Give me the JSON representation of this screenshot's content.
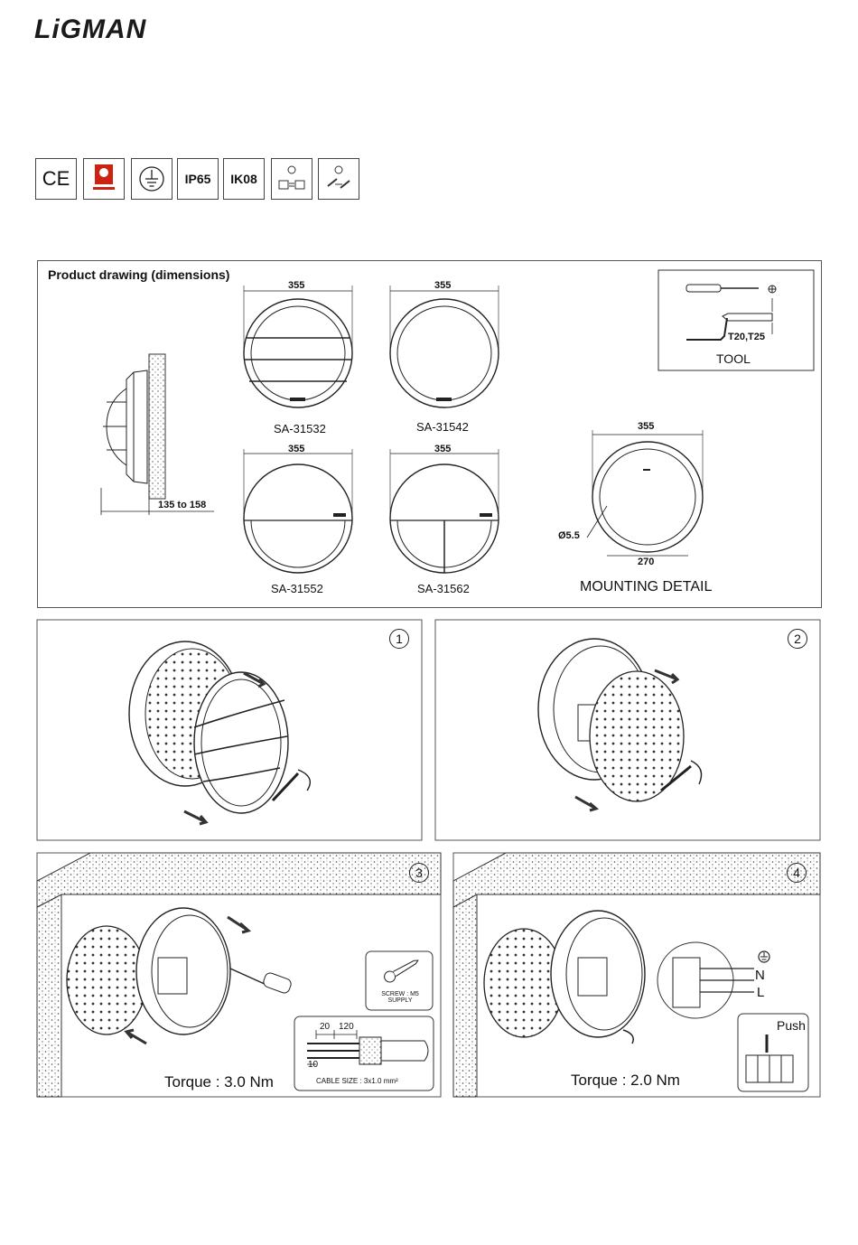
{
  "header": {
    "brand": "LiGMAN"
  },
  "certifications": [
    {
      "label": "CE",
      "icon": "ce-mark-icon"
    },
    {
      "label": "",
      "icon": "quality-badge-icon"
    },
    {
      "label": "",
      "icon": "earth-ground-icon"
    },
    {
      "label": "IP65",
      "icon": "ip65-icon"
    },
    {
      "label": "IK08",
      "icon": "ik08-icon"
    },
    {
      "label": "",
      "icon": "driver-replaceable-icon"
    },
    {
      "label": "",
      "icon": "light-source-replaceable-icon"
    }
  ],
  "product_drawing": {
    "title": "Product drawing (dimensions)",
    "side_dim": "135 to 158",
    "models": [
      {
        "code": "SA-31532",
        "width": "355"
      },
      {
        "code": "SA-31542",
        "width": "355"
      },
      {
        "code": "SA-31552",
        "width": "355"
      },
      {
        "code": "SA-31562",
        "width": "355"
      }
    ],
    "tool": {
      "label": "TOOL",
      "bits": "T20,T25"
    },
    "mounting": {
      "label": "MOUNTING DETAIL",
      "width": "355",
      "hole_spacing": "270",
      "hole_dia": "Ø5.5"
    }
  },
  "steps": [
    {
      "number": "1"
    },
    {
      "number": "2"
    },
    {
      "number": "3",
      "torque": "Torque : 3.0 Nm",
      "screw": "SCREW : M5",
      "screw_note": "SUPPLY",
      "cable_strip_1": "20",
      "cable_strip_2": "120",
      "cable_strip_3": "10",
      "cable_size": "CABLE SIZE : 3x1.0 mm²"
    },
    {
      "number": "4",
      "torque": "Torque : 2.0 Nm",
      "terminal_n": "N",
      "terminal_l": "L",
      "push": "Push"
    }
  ]
}
